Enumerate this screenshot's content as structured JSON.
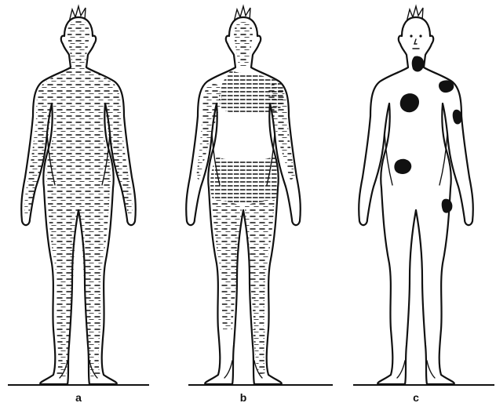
{
  "figure": {
    "panels": [
      {
        "id": "a",
        "label": "a",
        "pattern": "full-body-shading"
      },
      {
        "id": "b",
        "label": "b",
        "pattern": "partial-shading-torso-lower-body"
      },
      {
        "id": "c",
        "label": "c",
        "pattern": "discrete-patches"
      }
    ],
    "colors": {
      "ink": "#111111",
      "paper": "#ffffff"
    }
  }
}
